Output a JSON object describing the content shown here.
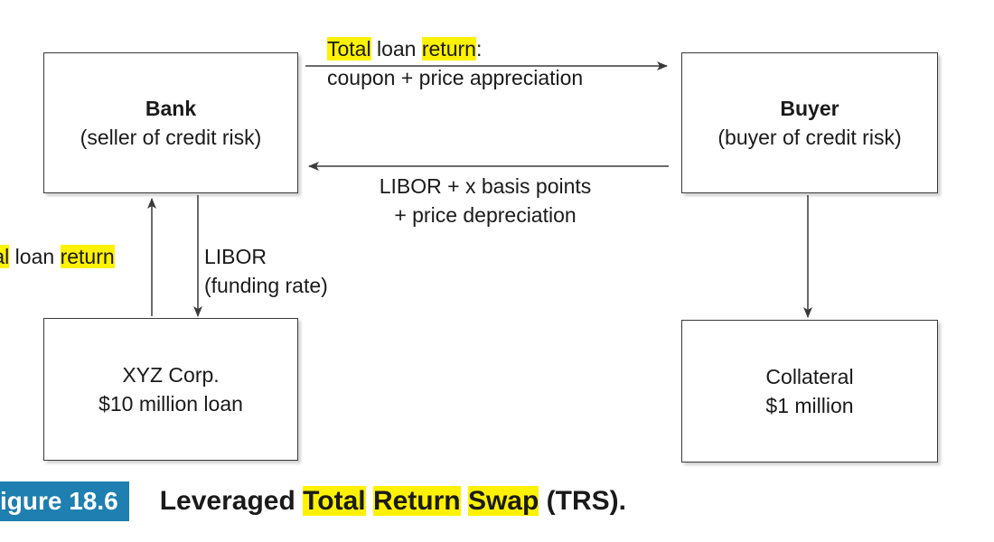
{
  "boxes": {
    "bank": {
      "title": "Bank",
      "subtitle": "(seller of credit risk)"
    },
    "buyer": {
      "title": "Buyer",
      "subtitle": "(buyer of credit risk)"
    },
    "xyz": {
      "line1": "XYZ Corp.",
      "line2": "$10 million loan"
    },
    "collateral": {
      "line1": "Collateral",
      "line2": "$1 million"
    }
  },
  "flows": {
    "bank_to_buyer": {
      "word1": "Total",
      "word2": " loan ",
      "word3": "return",
      "word4": ":",
      "line2": "coupon + price appreciation"
    },
    "buyer_to_bank": {
      "line1": "LIBOR + x basis points",
      "line2": "+ price depreciation"
    },
    "xyz_to_bank": {
      "word1": "tal",
      "word2": " loan ",
      "word3": "return"
    },
    "bank_to_xyz": {
      "line1": "LIBOR",
      "line2": "(funding rate)"
    }
  },
  "caption": {
    "figure_label": "igure 18.6",
    "text_part1": "Leveraged ",
    "hl1": "Total",
    "hl2": "Return",
    "hl3": "Swap",
    "text_part2": " (TRS)."
  },
  "colors": {
    "highlight": "#fff200",
    "badge": "#1e7fb0",
    "stroke": "#3a3a3a"
  }
}
